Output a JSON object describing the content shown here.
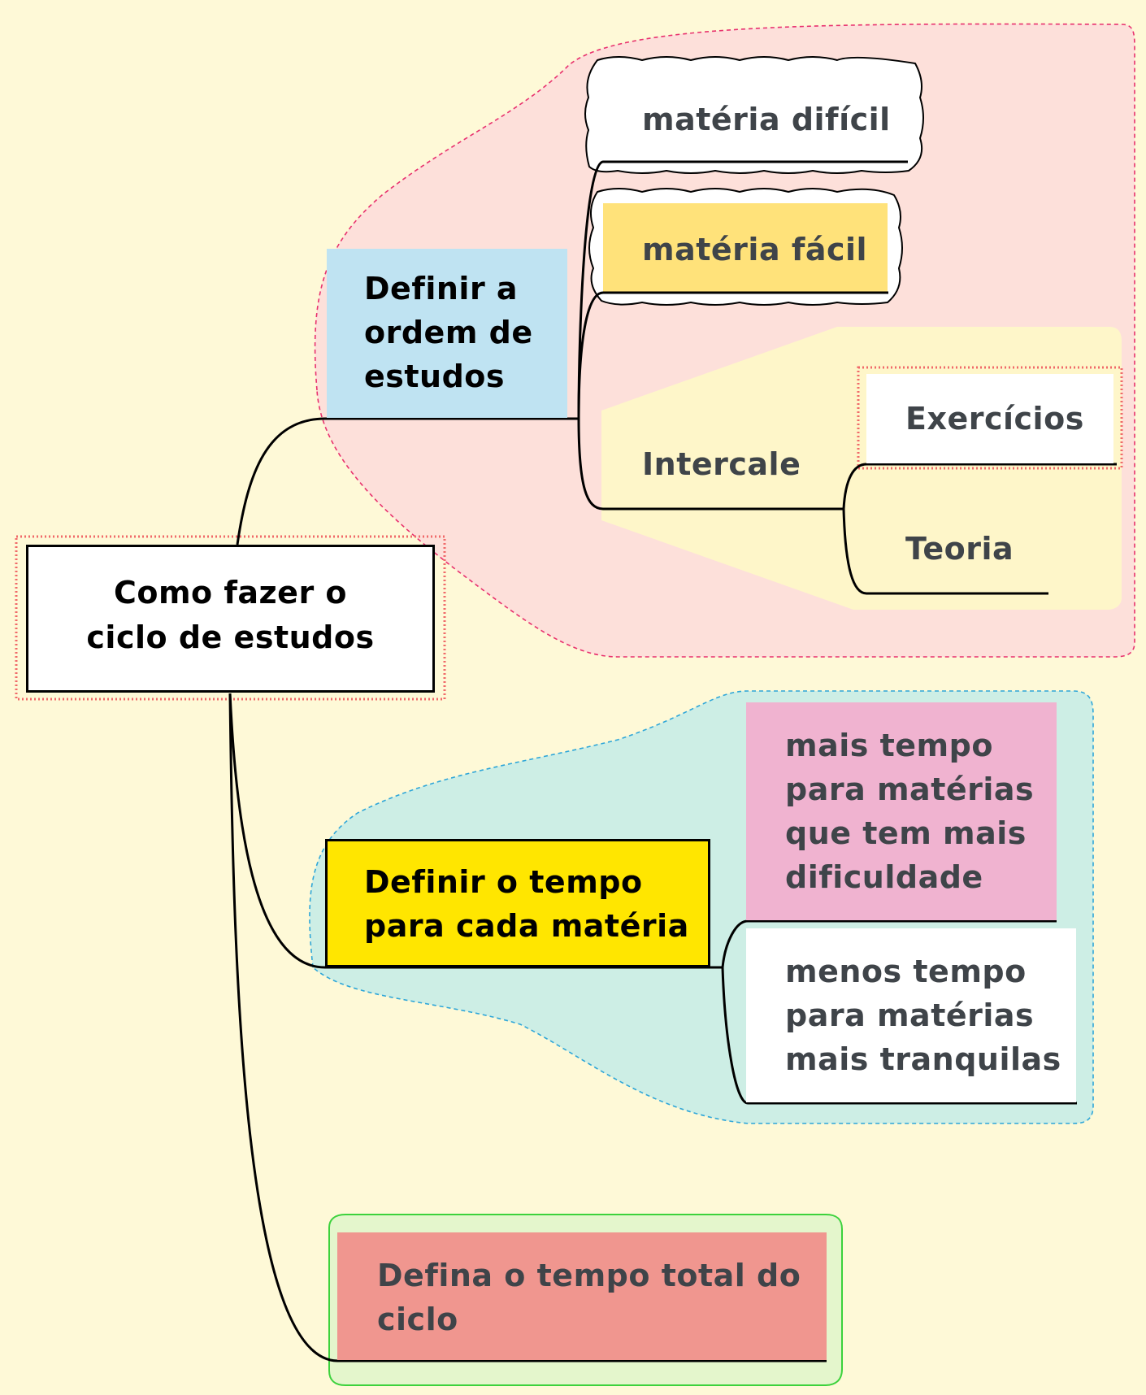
{
  "central": {
    "label": "Como fazer o\nciclo de estudos"
  },
  "branches": [
    {
      "label": "Definir a\nordem de\nestudos",
      "children": [
        {
          "label": "matéria difícil"
        },
        {
          "label": "matéria fácil"
        },
        {
          "label": "Intercale",
          "children": [
            {
              "label": "Exercícios"
            },
            {
              "label": "Teoria"
            }
          ]
        }
      ]
    },
    {
      "label": "Definir o tempo\npara cada matéria",
      "children": [
        {
          "label": "mais tempo\npara matérias\nque tem mais\ndificuldade"
        },
        {
          "label": "menos tempo\npara matérias\nmais tranquilas"
        }
      ]
    },
    {
      "label": "Defina o tempo total do\nciclo"
    }
  ],
  "colors": {
    "background": "#fef9d7",
    "boundary_pink": "#fde0da",
    "boundary_teal": "#cdeee5",
    "boundary_green": "#e4f6cc",
    "intercale_area": "#fef6c9",
    "topic_blue": "#bfe3f2",
    "topic_yellow": "#ffe600",
    "facil_yellow": "#ffe27a",
    "pink_node": "#f0b3d0",
    "salmon_node": "#f0968f"
  }
}
